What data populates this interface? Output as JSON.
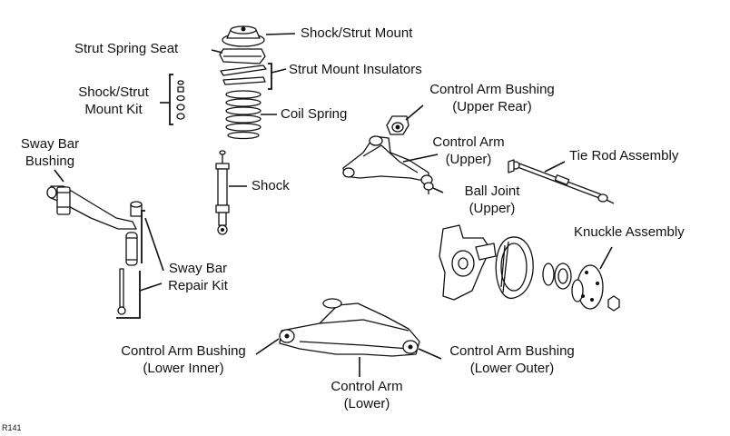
{
  "labels": {
    "shock_strut_mount": "Shock/Strut Mount",
    "strut_spring_seat": "Strut Spring Seat",
    "strut_mount_insulators": "Strut Mount Insulators",
    "shock_strut_mount_kit_1": "Shock/Strut",
    "shock_strut_mount_kit_2": "Mount Kit",
    "coil_spring": "Coil Spring",
    "control_arm_bushing_upper_rear_1": "Control Arm Bushing",
    "control_arm_bushing_upper_rear_2": "(Upper Rear)",
    "sway_bar_bushing_1": "Sway Bar",
    "sway_bar_bushing_2": "Bushing",
    "control_arm_upper_1": "Control Arm",
    "control_arm_upper_2": "(Upper)",
    "tie_rod_assembly": "Tie Rod Assembly",
    "shock": "Shock",
    "ball_joint_upper_1": "Ball Joint",
    "ball_joint_upper_2": "(Upper)",
    "knuckle_assembly": "Knuckle Assembly",
    "sway_bar_repair_kit_1": "Sway Bar",
    "sway_bar_repair_kit_2": "Repair Kit",
    "control_arm_bushing_lower_inner_1": "Control Arm Bushing",
    "control_arm_bushing_lower_inner_2": "(Lower Inner)",
    "control_arm_bushing_lower_outer_1": "Control Arm Bushing",
    "control_arm_bushing_lower_outer_2": "(Lower Outer)",
    "control_arm_lower_1": "Control Arm",
    "control_arm_lower_2": "(Lower)"
  },
  "reference_code": "R141"
}
